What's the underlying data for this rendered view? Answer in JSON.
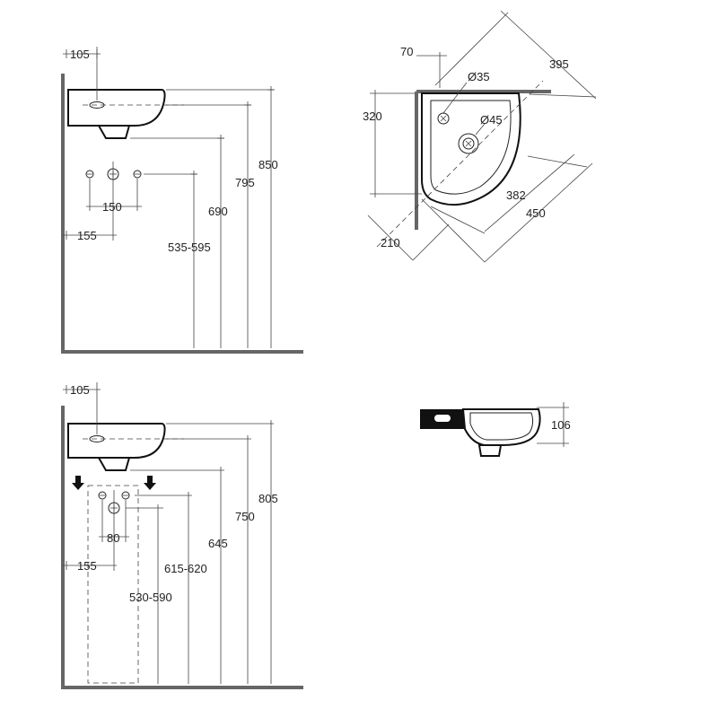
{
  "views": {
    "top_left": {
      "dims": {
        "offset_105": "105",
        "height_850": "850",
        "height_795": "795",
        "height_690": "690",
        "range_535_595": "535-595",
        "spacing_150": "150",
        "offset_155": "155"
      }
    },
    "plan": {
      "dims": {
        "d_70": "70",
        "d_395": "395",
        "dia_35": "Ø35",
        "d_320": "320",
        "dia_45": "Ø45",
        "d_382": "382",
        "d_450": "450",
        "d_210": "210"
      }
    },
    "bottom_left": {
      "dims": {
        "offset_105": "105",
        "height_805": "805",
        "height_750": "750",
        "height_645": "645",
        "range_615_620": "615-620",
        "spacing_80": "80",
        "offset_155": "155",
        "range_530_590": "530-590"
      }
    },
    "section": {
      "dims": {
        "depth_106": "106"
      }
    }
  }
}
